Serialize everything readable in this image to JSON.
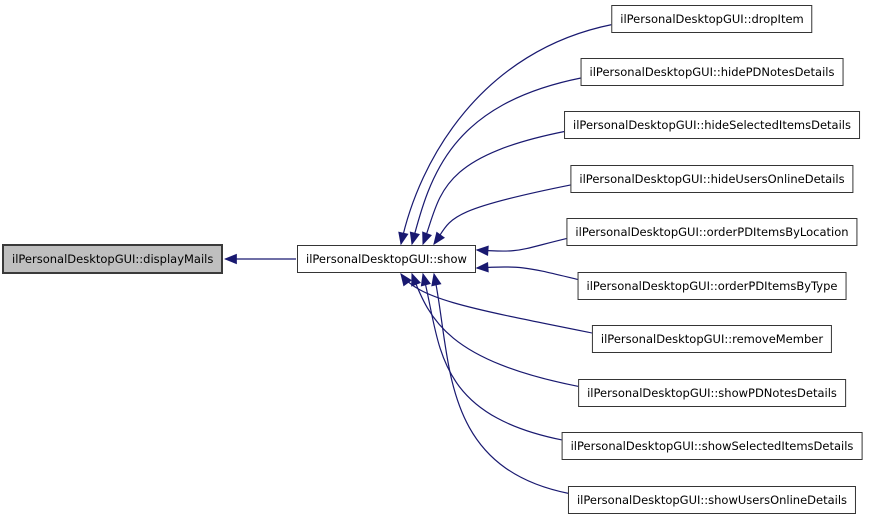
{
  "graph": {
    "kind": "call-graph",
    "colors": {
      "background": "#ffffff",
      "edge": "#191970",
      "node_border": "#353535",
      "node_fill": "#ffffff",
      "focus_fill": "#bfbfbf",
      "text": "#000000"
    },
    "nodes": [
      {
        "id": "displayMails",
        "label": "ilPersonalDesktopGUI::displayMails",
        "role": "focus"
      },
      {
        "id": "show",
        "label": "ilPersonalDesktopGUI::show",
        "role": "callee"
      },
      {
        "id": "dropItem",
        "label": "ilPersonalDesktopGUI::dropItem",
        "role": "caller"
      },
      {
        "id": "hidePDNotesDetails",
        "label": "ilPersonalDesktopGUI::hidePDNotesDetails",
        "role": "caller"
      },
      {
        "id": "hideSelectedItemsDetails",
        "label": "ilPersonalDesktopGUI::hideSelectedItemsDetails",
        "role": "caller"
      },
      {
        "id": "hideUsersOnlineDetails",
        "label": "ilPersonalDesktopGUI::hideUsersOnlineDetails",
        "role": "caller"
      },
      {
        "id": "orderPDItemsByLocation",
        "label": "ilPersonalDesktopGUI::orderPDItemsByLocation",
        "role": "caller"
      },
      {
        "id": "orderPDItemsByType",
        "label": "ilPersonalDesktopGUI::orderPDItemsByType",
        "role": "caller"
      },
      {
        "id": "removeMember",
        "label": "ilPersonalDesktopGUI::removeMember",
        "role": "caller"
      },
      {
        "id": "showPDNotesDetails",
        "label": "ilPersonalDesktopGUI::showPDNotesDetails",
        "role": "caller"
      },
      {
        "id": "showSelectedItemsDetails",
        "label": "ilPersonalDesktopGUI::showSelectedItemsDetails",
        "role": "caller"
      },
      {
        "id": "showUsersOnlineDetails",
        "label": "ilPersonalDesktopGUI::showUsersOnlineDetails",
        "role": "caller"
      }
    ],
    "edges": [
      {
        "from": "show",
        "to": "displayMails"
      },
      {
        "from": "dropItem",
        "to": "show"
      },
      {
        "from": "hidePDNotesDetails",
        "to": "show"
      },
      {
        "from": "hideSelectedItemsDetails",
        "to": "show"
      },
      {
        "from": "hideUsersOnlineDetails",
        "to": "show"
      },
      {
        "from": "orderPDItemsByLocation",
        "to": "show"
      },
      {
        "from": "orderPDItemsByType",
        "to": "show"
      },
      {
        "from": "removeMember",
        "to": "show"
      },
      {
        "from": "showPDNotesDetails",
        "to": "show"
      },
      {
        "from": "showSelectedItemsDetails",
        "to": "show"
      },
      {
        "from": "showUsersOnlineDetails",
        "to": "show"
      }
    ]
  }
}
